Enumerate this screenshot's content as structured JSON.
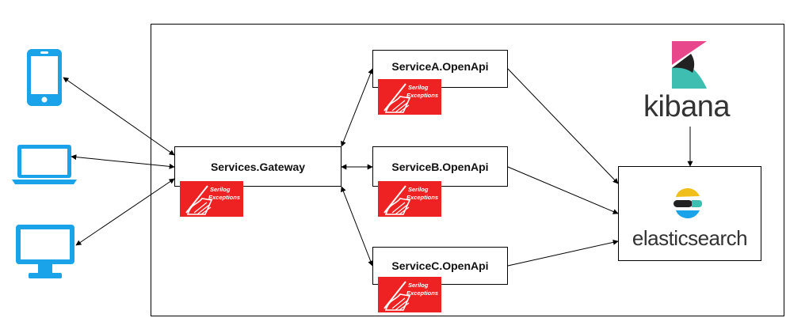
{
  "nodes": {
    "gateway": {
      "label": "Services.Gateway"
    },
    "service_a": {
      "label": "ServiceA.OpenApi"
    },
    "service_b": {
      "label": "ServiceB.OpenApi"
    },
    "service_c": {
      "label": "ServiceC.OpenApi"
    },
    "elasticsearch": {
      "label": "elasticsearch"
    },
    "kibana": {
      "label": "kibana"
    }
  },
  "badge": {
    "line1": "Serilog",
    "line2": "Exceptions"
  },
  "clients": [
    {
      "icon": "smartphone-icon"
    },
    {
      "icon": "laptop-icon"
    },
    {
      "icon": "desktop-monitor-icon"
    }
  ],
  "colors": {
    "client_blue": "#1aa3e8",
    "badge_red": "#ee2222",
    "kibana_pink": "#e8488b",
    "kibana_teal": "#3ebeb0"
  }
}
